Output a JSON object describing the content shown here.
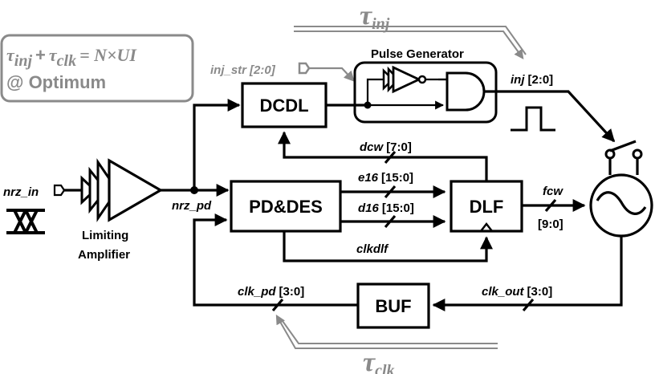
{
  "equation": {
    "tau_inj": "τ",
    "inj_sub": "inj",
    "plus": "+",
    "tau_clk": "τ",
    "clk_sub": "clk",
    "rhs": "= N×UI",
    "line2": "@ Optimum"
  },
  "top_tau": {
    "symbol": "τ",
    "sub": "inj"
  },
  "bottom_tau": {
    "symbol": "τ",
    "sub": "clk"
  },
  "blocks": {
    "dcdl": "DCDL",
    "pd_des": "PD&DES",
    "dlf": "DLF",
    "buf": "BUF",
    "pulse_generator": "Pulse Generator",
    "limiting": "Limiting",
    "amplifier": "Amplifier"
  },
  "signals": {
    "nrz_in": "nrz_in",
    "nrz_pd": "nrz_pd",
    "inj_str_name": "inj_str",
    "inj_str_bus": "[2:0]",
    "inj_name": "inj",
    "inj_bus": "[2:0]",
    "dcw_name": "dcw",
    "dcw_bus": "[7:0]",
    "e16_name": "e16",
    "e16_bus": "[15:0]",
    "d16_name": "d16",
    "d16_bus": "[15:0]",
    "clkdlf": "clkdlf",
    "fcw_name": "fcw",
    "fcw_bus": "[9:0]",
    "clk_pd_name": "clk_pd",
    "clk_pd_bus": "[3:0]",
    "clk_out_name": "clk_out",
    "clk_out_bus": "[3:0]"
  },
  "colors": {
    "line": "#000000",
    "annotation": "#8a8a8a"
  }
}
